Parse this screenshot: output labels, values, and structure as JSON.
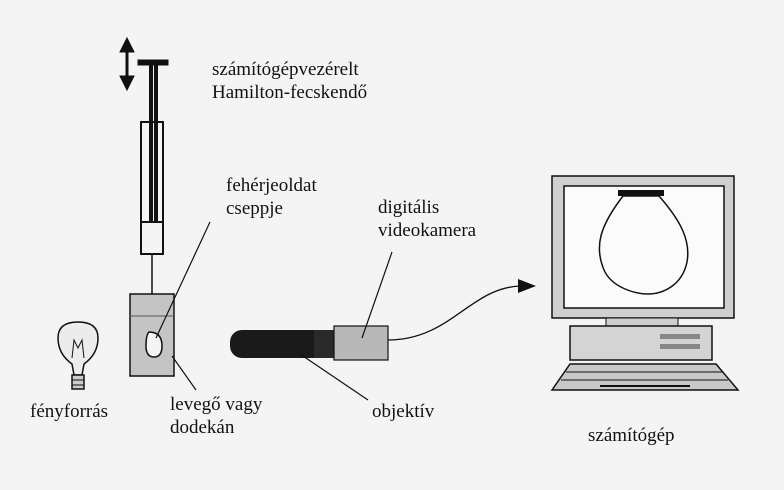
{
  "labels": {
    "syringe_line1": "számítógépvezérelt",
    "syringe_line2": "Hamilton-fecskendő",
    "drop_line1": "fehérjeoldat",
    "drop_line2": "cseppje",
    "camera_line1": "digitális",
    "camera_line2": "videokamera",
    "light_source": "fényforrás",
    "medium_line1": "levegő vagy",
    "medium_line2": "dodekán",
    "objective": "objektív",
    "computer": "számítógép"
  },
  "icons": [
    "double-arrow-icon",
    "light-bulb-icon",
    "syringe-icon",
    "cuvette-icon",
    "video-camera-icon",
    "computer-icon"
  ],
  "colors": {
    "ink": "#111111",
    "paper": "#f4f4f4",
    "gray_fill": "#b8b8b8",
    "dark_fill": "#1a1a1a"
  }
}
